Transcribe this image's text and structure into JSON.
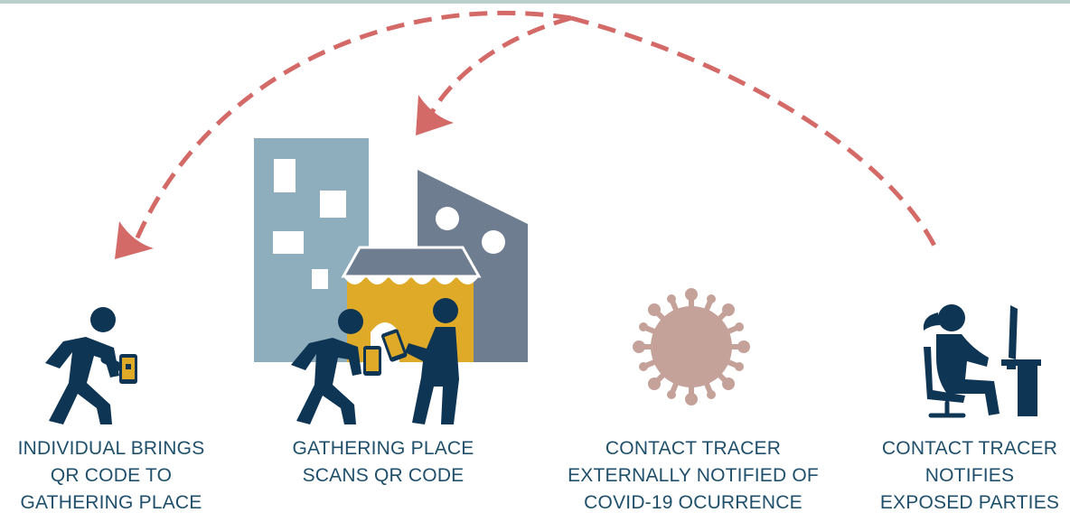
{
  "colors": {
    "navy": "#0f3555",
    "arrow": "#d46a68",
    "building_light": "#8eaebd",
    "building_dark": "#6f7d91",
    "shop_yellow": "#deaa28",
    "virus": "#c4a29a",
    "caption": "#1f4f6b",
    "rule": "#b9cfca"
  },
  "icons": {
    "individual": "walking-person-with-phone-icon",
    "gathering_place": "city-buildings-shop-icon",
    "virus": "virus-icon",
    "tracer": "person-at-computer-icon"
  },
  "steps": [
    {
      "lines": [
        "INDIVIDUAL BRINGS",
        "QR CODE TO",
        "GATHERING PLACE"
      ]
    },
    {
      "lines": [
        "GATHERING PLACE",
        "SCANS QR CODE"
      ]
    },
    {
      "lines": [
        "CONTACT TRACER",
        "EXTERNALLY NOTIFIED OF",
        "COVID-19 OCURRENCE"
      ]
    },
    {
      "lines": [
        "CONTACT TRACER",
        "NOTIFIES",
        "EXPOSED PARTIES"
      ]
    }
  ]
}
